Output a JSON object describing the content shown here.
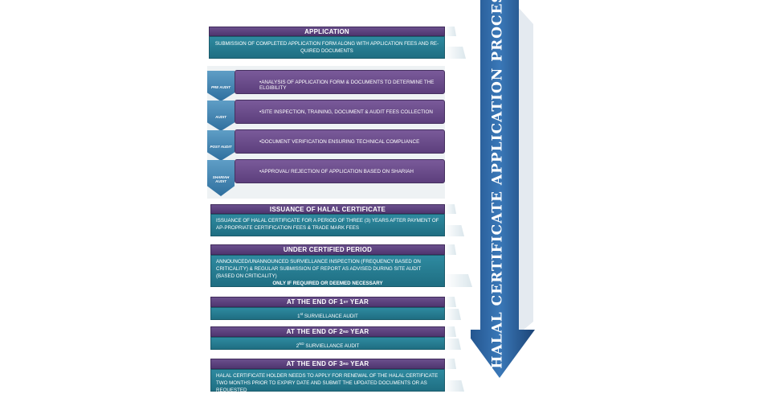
{
  "title": "HALAL CERTIFICATE APPLICATION PROCESS",
  "application": {
    "heading": "APPLICATION",
    "text": "SUBMISSION OF COMPLETED APPLICATION FORM ALONG WITH APPLICATION FEES AND RE-QUIRED DOCUMENTS"
  },
  "audits": [
    {
      "label": "PRE AUDIT",
      "text": "•ANALYSIS OF APPLICATION FORM & DOCUMENTS TO DETERMINE THE ELGIBILITY"
    },
    {
      "label": "AUDIT",
      "text": "•SITE INSPECTION, TRAINING, DOCUMENT & AUDIT FEES COLLECTION"
    },
    {
      "label": "POST AUDIT",
      "text": "•DOCUMENT VERIFICATION ENSURING TECHNICAL COMPLIANCE"
    },
    {
      "label": "SHARIAH AUDIT",
      "text": "•APPROVAL/ REJECTION OF APPLICATION BASED ON SHARIAH"
    }
  ],
  "issuance": {
    "heading": "ISSUANCE OF HALAL CERTIFICATE",
    "text": "ISSUANCE OF HALAL CERTIFICATE FOR A PERIOD OF THREE (3) YEARS AFTER PAYMENT OF AP-PROPRIATE CERTIFICATION FEES & TRADE MARK FEES"
  },
  "certified": {
    "heading": "UNDER CERTIFIED PERIOD",
    "text": "ANNOUNCED/UNANNOUNCED SURVIELLANCE INSPECTION (FREQUENCY BASED ON CRITICALITY) & REGULAR SUBMISSION OF REPORT AS ADVISED DURING SITE AUDIT (BASED ON CRITICALITY)",
    "note": "ONLY IF REQUIRED OR DEEMED NECESSARY"
  },
  "year1": {
    "heading_pre": "AT THE END OF 1",
    "heading_sup": "ST",
    "heading_post": " YEAR",
    "text_pre": "1",
    "text_sup": "st",
    "text_post": " SURVIELLANCE AUDIT"
  },
  "year2": {
    "heading_pre": "AT THE END OF 2",
    "heading_sup": "ND",
    "heading_post": " YEAR",
    "text_pre": "2",
    "text_sup": "ND",
    "text_post": " SURVIELLANCE AUDIT"
  },
  "year3": {
    "heading_pre": "AT THE END OF 3",
    "heading_sup": "RD",
    "heading_post": " YEAR",
    "text": "HALAL CERTIFICATE HOLDER NEEDS TO APPLY FOR RENEWAL OF THE HALAL CERTIFICATE TWO MONTHS PRIOR TO EXPIRY DATE AND SUBMIT THE UPDATED DOCUMENTS OR AS REQUESTED"
  },
  "colors": {
    "header": "#5c4080",
    "body": "#2a8198",
    "arrow": "#2c5f99"
  }
}
